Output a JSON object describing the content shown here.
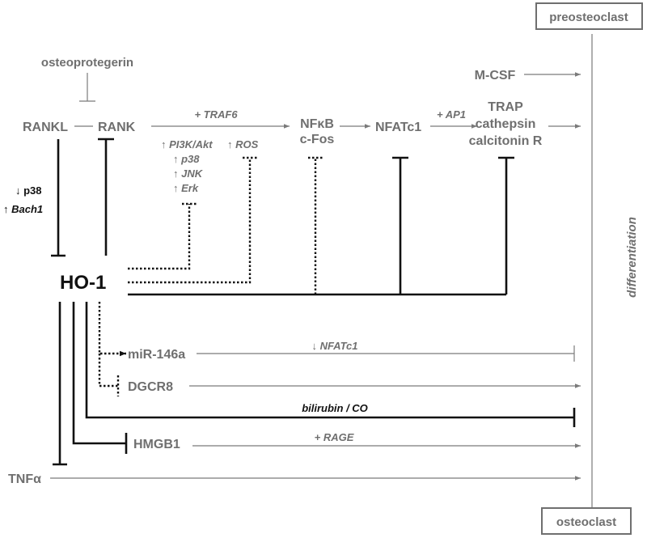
{
  "nodes": {
    "preosteoclast": "preosteoclast",
    "osteoclast": "osteoclast",
    "osteoprotegerin": "osteoprotegerin",
    "rankl": "RANKL",
    "rank": "RANK",
    "nfkb": "NFκB",
    "cfos": "c-Fos",
    "nfatc1": "NFATc1",
    "mcsf": "M-CSF",
    "trap": "TRAP",
    "cathepsin": "cathepsin",
    "calcitonin": "calcitonin R",
    "ho1": "HO-1",
    "mir146a": "miR-146a",
    "dgcr8": "DGCR8",
    "hmgb1": "HMGB1",
    "tnfa": "TNFα",
    "differentiation": "differentiation"
  },
  "labels": {
    "traf6": "+ TRAF6",
    "ap1": "+ AP1",
    "pi3k": "↑ PI3K/Akt",
    "p38_up": "↑ p38",
    "jnk": "↑ JNK",
    "erk": "↑ Erk",
    "ros": "↑ ROS",
    "p38_down": "↓ p38",
    "bach1": "↑ Bach1",
    "nfatc1_down": "↓ NFATc1",
    "bilirubin_co": "bilirubin / CO",
    "rage": "+ RAGE"
  }
}
